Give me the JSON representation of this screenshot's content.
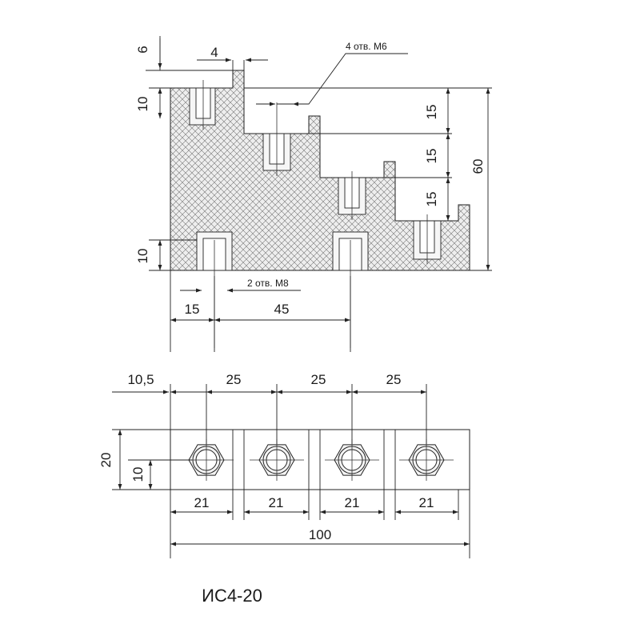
{
  "colors": {
    "line": "#222222",
    "hatch_background": "#eeeeee",
    "hatch_lines": "#777777",
    "hole": "#ffffff"
  },
  "top_view": {
    "dim_6": "6",
    "dim_4": "4",
    "dim_10_upper": "10",
    "dim_10_lower": "10",
    "dim_15_a": "15",
    "dim_15_b": "15",
    "dim_15_c": "15",
    "dim_60": "60",
    "dim_15_bottom": "15",
    "dim_45": "45",
    "note_m6": "4 отв. М6",
    "note_m8": "2 отв. М8"
  },
  "bottom_view": {
    "dim_10_5": "10,5",
    "dim_25_a": "25",
    "dim_25_b": "25",
    "dim_25_c": "25",
    "dim_20": "20",
    "dim_10": "10",
    "dim_21_a": "21",
    "dim_21_b": "21",
    "dim_21_c": "21",
    "dim_21_d": "21",
    "dim_100": "100",
    "hex_count": 4,
    "hex_icon": "hex-nut-icon"
  },
  "title": "ИС4-20"
}
